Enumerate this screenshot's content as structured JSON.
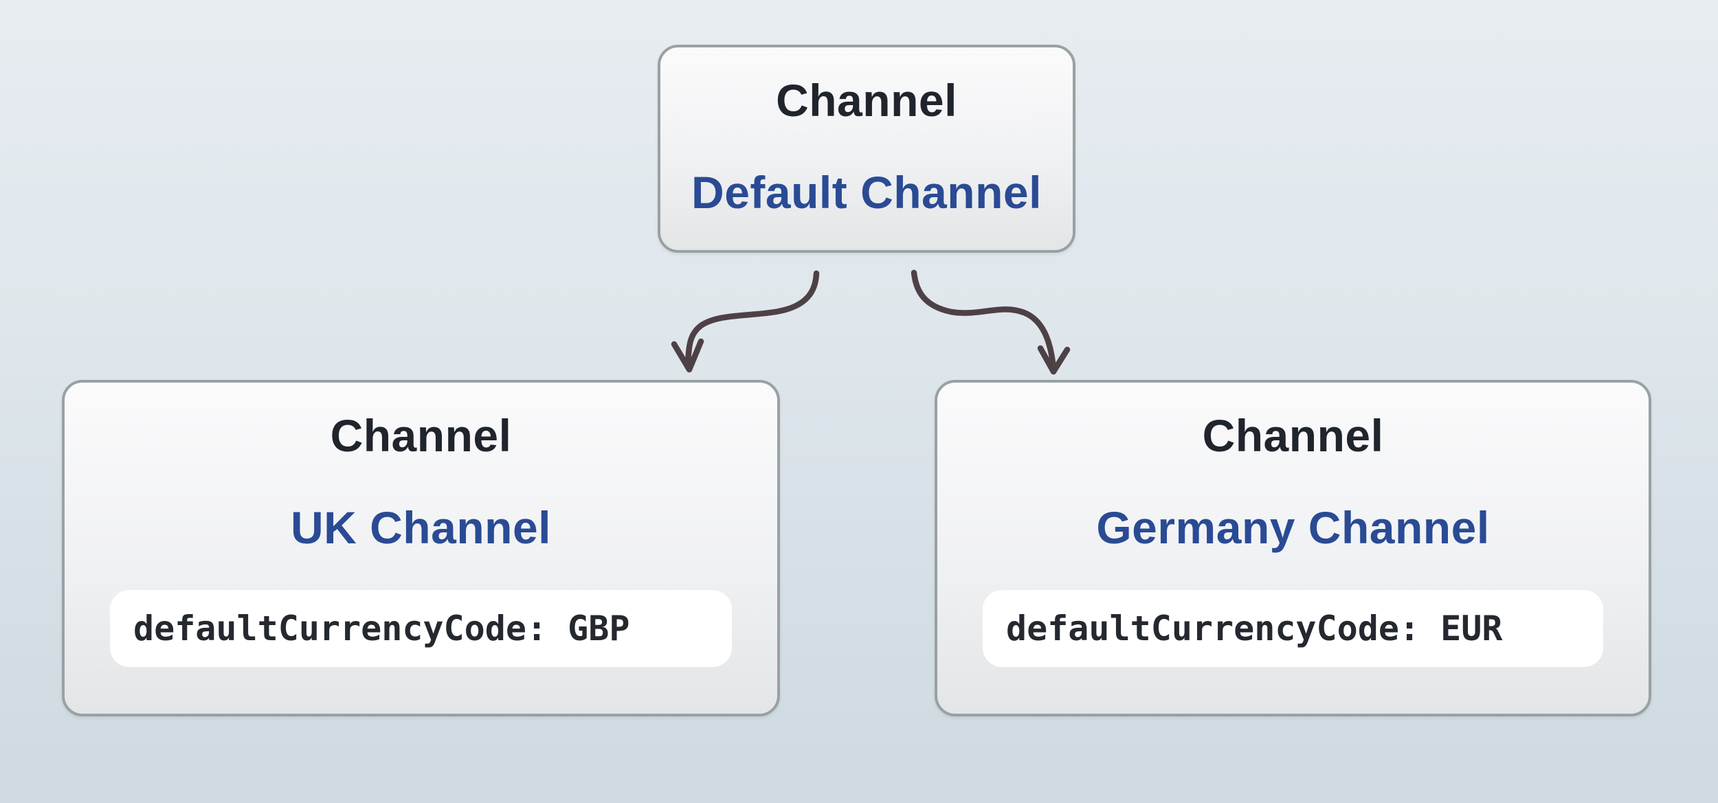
{
  "diagram": {
    "nodes": [
      {
        "id": "default-channel",
        "type_label": "Channel",
        "name": "Default Channel",
        "code": ""
      },
      {
        "id": "uk-channel",
        "type_label": "Channel",
        "name": "UK Channel",
        "code": "defaultCurrencyCode: GBP"
      },
      {
        "id": "germany-channel",
        "type_label": "Channel",
        "name": "Germany Channel",
        "code": "defaultCurrencyCode: EUR"
      }
    ],
    "edges": [
      {
        "from": "Default Channel",
        "to": "UK Channel"
      },
      {
        "from": "Default Channel",
        "to": "Germany Channel"
      }
    ]
  },
  "colors": {
    "background_top": "#e7ecf1",
    "background_bottom": "#cfd9e0",
    "node_border": "#99a1a3",
    "node_fill_top": "#fbfbfc",
    "node_fill_bottom": "#e3e5e7",
    "title": "#20242c",
    "subtitle_blue": "#2a4b94",
    "code_bg": "#ffffff",
    "code_text": "#24282f",
    "arrow": "#4e4145"
  }
}
